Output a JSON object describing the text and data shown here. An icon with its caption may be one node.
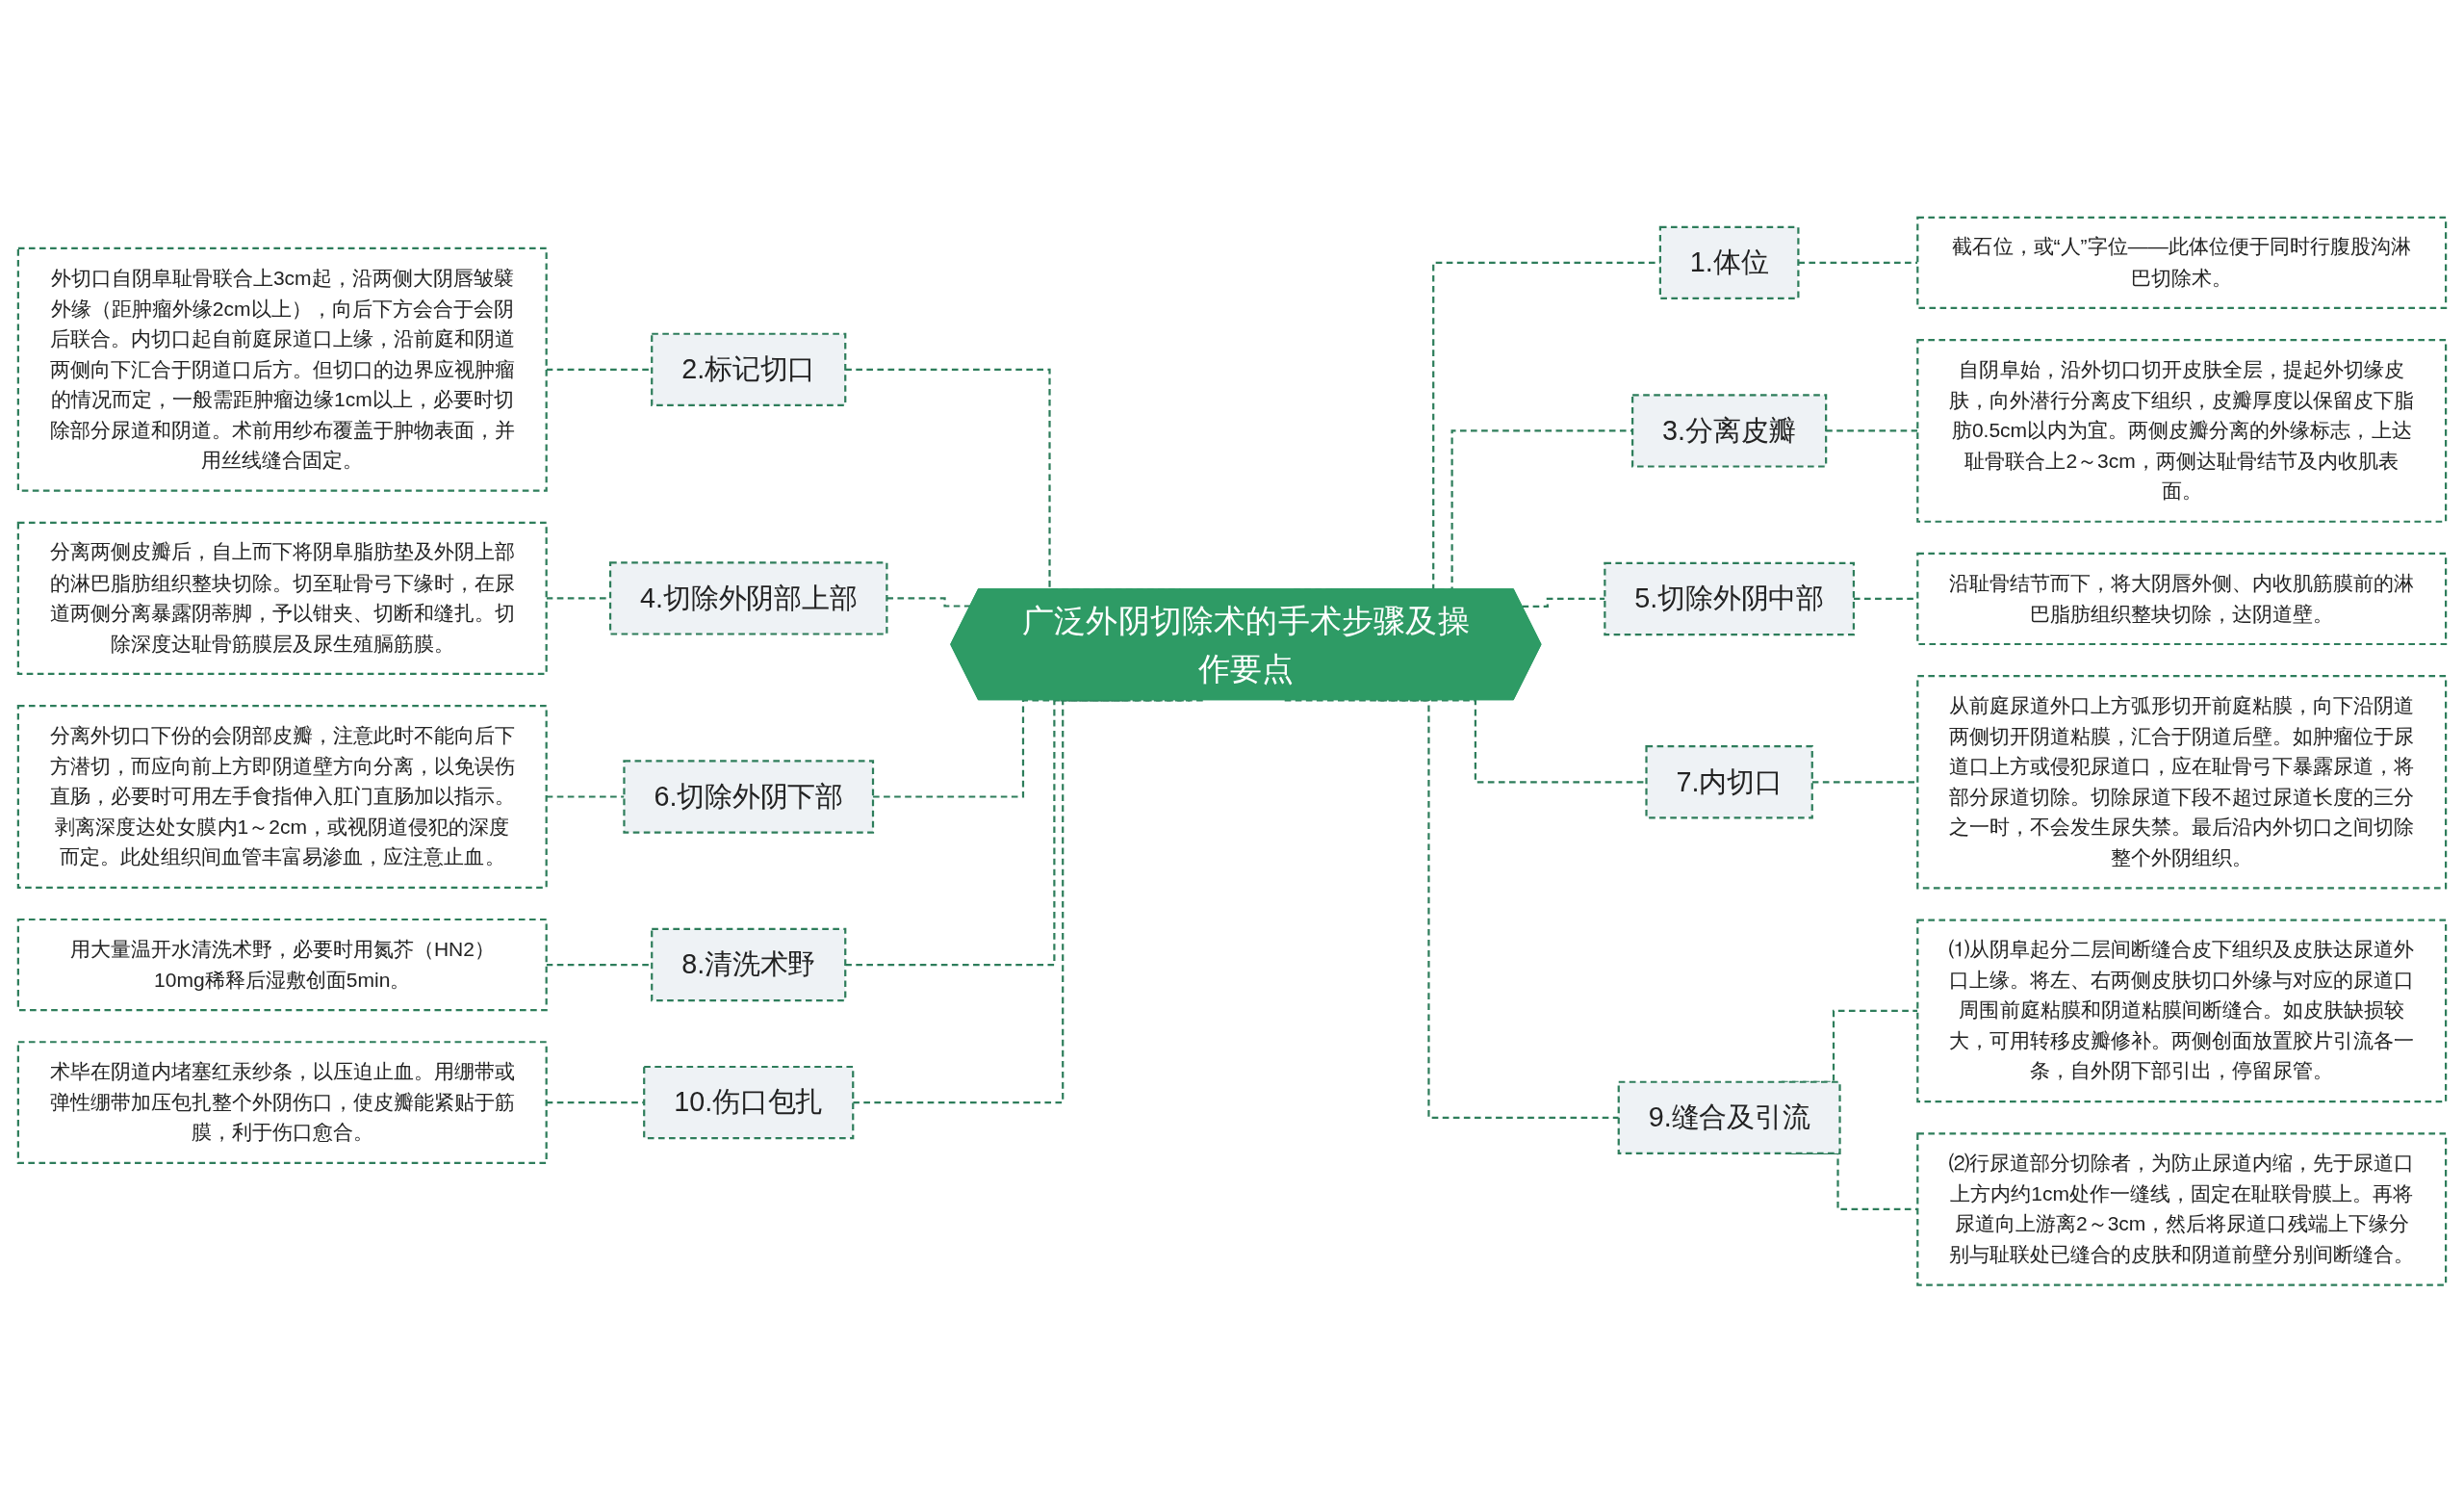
{
  "diagram": {
    "nodes": [
      {
        "text": [
          "广泛外阴切除术的手术步骤及操作要点"
        ]
      },
      {
        "text": [
          "1.体位"
        ]
      },
      {
        "text": [
          "截石位，或“人”字位——此体位便于同时行腹股沟淋巴切除术。"
        ]
      },
      {
        "text": [
          "2.标记切口"
        ]
      },
      {
        "text": [
          "外切口自阴阜耻骨联合上3cm起，沿两侧大阴唇皱襞外缘（距肿瘤外缘2cm以上），向后下方会合于会阴后联合。内切口起自前庭尿道口上缘，沿前庭和阴道两侧向下汇合于阴道口后方。但切口的边界应视肿瘤的情况而定，一般需距肿瘤边缘1cm以上，必要时切除部分尿道和阴道。术前用纱布覆盖于肿物表面，并用丝线缝合固定。"
        ]
      },
      {
        "text": [
          "3.分离皮瓣"
        ]
      },
      {
        "text": [
          "自阴阜始，沿外切口切开皮肤全层，提起外切缘皮肤，向外潜行分离皮下组织，皮瓣厚度以保留皮下脂肪0.5cm以内为宜。两侧皮瓣分离的外缘标志，上达耻骨联合上2～3cm，两侧达耻骨结节及内收肌表面。"
        ]
      },
      {
        "text": [
          "4.切除外阴部上部"
        ]
      },
      {
        "text": [
          "分离两侧皮瓣后，自上而下将阴阜脂肪垫及外阴上部的淋巴脂肪组织整块切除。切至耻骨弓下缘时，在尿道两侧分离暴露阴蒂脚，予以钳夹、切断和缝扎。切除深度达耻骨筋膜层及尿生殖膈筋膜。"
        ]
      },
      {
        "text": [
          "5.切除外阴中部"
        ]
      },
      {
        "text": [
          "沿耻骨结节而下，将大阴唇外侧、内收肌筋膜前的淋巴脂肪组织整块切除，达阴道壁。"
        ]
      },
      {
        "text": [
          "6.切除外阴下部"
        ]
      },
      {
        "text": [
          "分离外切口下份的会阴部皮瓣，注意此时不能向后下方潜切，而应向前上方即阴道壁方向分离，以免误伤直肠，必要时可用左手食指伸入肛门直肠加以指示。剥离深度达处女膜内1～2cm，或视阴道侵犯的深度而定。此处组织间血管丰富易渗血，应注意止血。"
        ]
      },
      {
        "text": [
          "7.内切口"
        ]
      },
      {
        "text": [
          "从前庭尿道外口上方弧形切开前庭粘膜，向下沿阴道两侧切开阴道粘膜，汇合于阴道后壁。如肿瘤位于尿道口上方或侵犯尿道口，应在耻骨弓下暴露尿道，将部分尿道切除。切除尿道下段不超过尿道长度的三分之一时，不会发生尿失禁。最后沿内外切口之间切除整个外阴组织。"
        ]
      },
      {
        "text": [
          "8.清洗术野"
        ]
      },
      {
        "text": [
          "用大量温开水清洗术野，必要时用氮芥（HN2）10mg稀释后湿敷创面5min。"
        ]
      },
      {
        "text": [
          "9.缝合及引流"
        ]
      },
      {
        "text": [
          "⑴从阴阜起分二层间断缝合皮下组织及皮肤达尿道外口上缘。将左、右两侧皮肤切口外缘与对应的尿道口周围前庭粘膜和阴道粘膜间断缝合。如皮肤缺损较大，可用转移皮瓣修补。两侧创面放置胶片引流各一条，自外阴下部引出，停留尿管。"
        ]
      },
      {
        "text": [
          "⑵行尿道部分切除者，为防止尿道内缩，先于尿道口上方内约1cm处作一缝线，固定在耻联骨膜上。再将尿道向上游离2～3cm，然后将尿道口残端上下缘分别与耻联处已缝合的皮肤和阴道前壁分别间断缝合。"
        ]
      },
      {
        "text": [
          "10.伤口包扎"
        ]
      },
      {
        "text": [
          "术毕在阴道内堵塞红汞纱条，以压迫止血。用绷带或弹性绷带加压包扎整个外阴伤口，使皮瓣能紧贴于筋膜，利于伤口愈合。"
        ]
      }
    ],
    "edges": [
      {
        "from": 4,
        "to": 3,
        "arrow": "none"
      },
      {
        "from": 3,
        "to": 0,
        "arrow": "none"
      },
      {
        "from": 8,
        "to": 7,
        "arrow": "none"
      },
      {
        "from": 7,
        "to": 0,
        "arrow": "none"
      },
      {
        "from": 12,
        "to": 11,
        "arrow": "none"
      },
      {
        "from": 11,
        "to": 0,
        "arrow": "none"
      },
      {
        "from": 16,
        "to": 15,
        "arrow": "none"
      },
      {
        "from": 15,
        "to": 0,
        "arrow": "none"
      },
      {
        "from": 21,
        "to": 20,
        "arrow": "none"
      },
      {
        "from": 20,
        "to": 0,
        "arrow": "none"
      },
      {
        "from": 0,
        "to": 1,
        "arrow": "none"
      },
      {
        "from": 1,
        "to": 2,
        "arrow": "none"
      },
      {
        "from": 0,
        "to": 5,
        "arrow": "none"
      },
      {
        "from": 5,
        "to": 6,
        "arrow": "none"
      },
      {
        "from": 0,
        "to": 9,
        "arrow": "none"
      },
      {
        "from": 9,
        "to": 10,
        "arrow": "none"
      },
      {
        "from": 0,
        "to": 13,
        "arrow": "none"
      },
      {
        "from": 13,
        "to": 14,
        "arrow": "none"
      },
      {
        "from": 0,
        "to": 17,
        "arrow": "none"
      },
      {
        "from": 17,
        "to": 18,
        "arrow": "none"
      },
      {
        "from": 17,
        "to": 19,
        "arrow": "none"
      }
    ]
  }
}
